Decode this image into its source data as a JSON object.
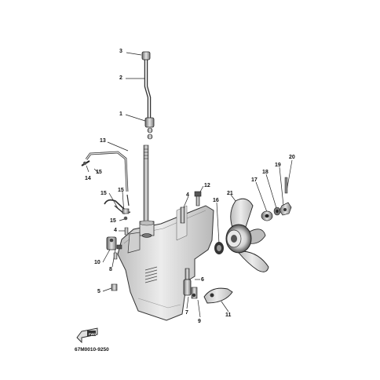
{
  "callouts": {
    "c1": "1",
    "c2": "2",
    "c3": "3",
    "c4a": "4",
    "c4b": "4",
    "c5": "5",
    "c6": "6",
    "c7": "7",
    "c8": "8",
    "c9": "9",
    "c10": "10",
    "c11": "11",
    "c12": "12",
    "c13": "13",
    "c14": "14",
    "c15a": "15",
    "c15b": "15",
    "c15c": "15",
    "c15d": "15",
    "c16": "16",
    "c17": "17",
    "c18": "18",
    "c19": "19",
    "c20": "20",
    "c21": "21"
  },
  "drawing_code": "67M0010-9250",
  "front_marker": "FWD"
}
